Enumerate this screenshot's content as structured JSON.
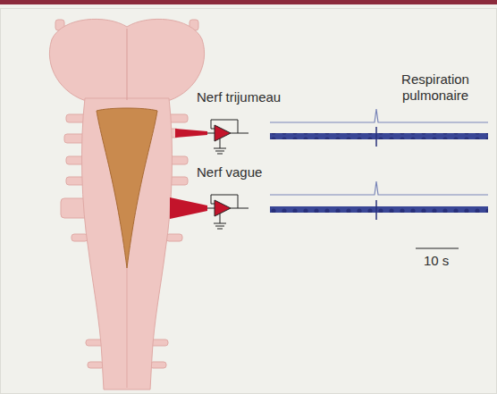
{
  "diagram": {
    "labels": [
      "Respiration pulmonaire",
      "Nerf trijumeau",
      "Nerf vague",
      "10 s"
    ]
  }
}
